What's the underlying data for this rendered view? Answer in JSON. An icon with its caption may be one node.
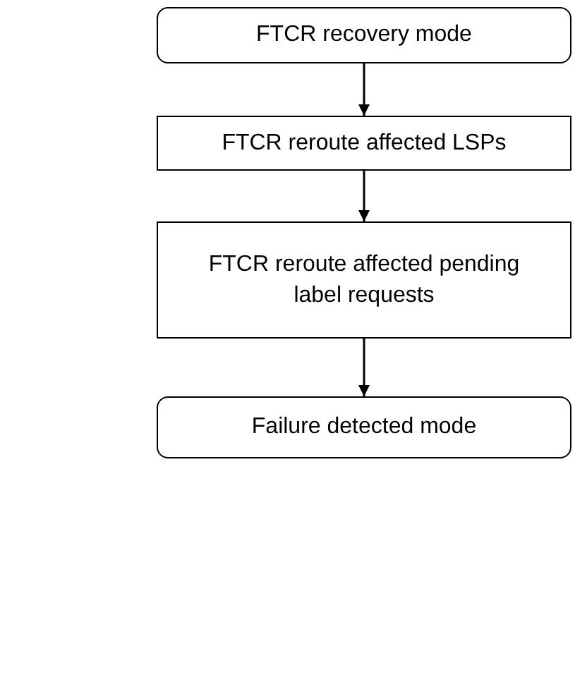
{
  "diagram": {
    "nodes": [
      {
        "text": [
          "FTCR recovery mode"
        ]
      },
      {
        "text": [
          "FTCR reroute affected LSPs"
        ]
      },
      {
        "text": [
          "FTCR reroute affected pending label requests"
        ]
      },
      {
        "text": [
          "Failure detected mode"
        ]
      }
    ],
    "edges": [
      {
        "from": 0,
        "to": 1,
        "arrow": "to"
      },
      {
        "from": 1,
        "to": 2,
        "arrow": "to"
      },
      {
        "from": 2,
        "to": 3,
        "arrow": "to"
      }
    ]
  }
}
